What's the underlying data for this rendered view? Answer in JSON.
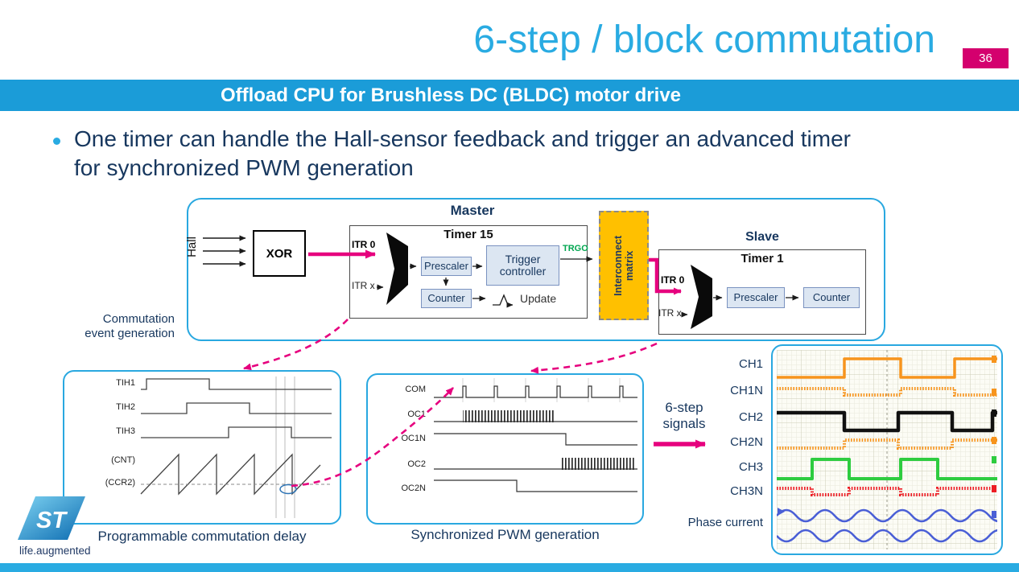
{
  "slide": {
    "title": "6-step / block commutation",
    "page_number": "36",
    "banner": "Offload CPU for Brushless DC (BLDC) motor drive",
    "bullet_text": "One timer can handle the Hall-sensor feedback and trigger an advanced timer for synchronized PWM generation",
    "logo_st": "ST",
    "logo_tagline": "life.augmented"
  },
  "diagram": {
    "master_label": "Master",
    "slave_label": "Slave",
    "hall_label": "Hall",
    "xor_label": "XOR",
    "timer15_title": "Timer 15",
    "timer1_title": "Timer 1",
    "itr0_label": "ITR 0",
    "itrx_label": "ITR x",
    "prescaler_label": "Prescaler",
    "counter_label": "Counter",
    "trigger_controller_label": "Trigger controller",
    "update_label": "Update",
    "trgo_label": "TRGO",
    "interconnect_label": "Interconnect matrix",
    "commutation_label": "Commutation event generation"
  },
  "panels": {
    "hall": {
      "signals": [
        "TIH1",
        "TIH2",
        "TIH3",
        "(CNT)",
        "(CCR2)"
      ],
      "caption": "Programmable commutation delay"
    },
    "pwm": {
      "signals": [
        "COM",
        "OC1",
        "OC1N",
        "OC2",
        "OC2N"
      ],
      "caption": "Synchronized PWM generation"
    },
    "six_step_label": "6-step signals",
    "scope_channels": [
      "CH1",
      "CH1N",
      "CH2",
      "CH2N",
      "CH3",
      "CH3N",
      "Phase current"
    ]
  },
  "colors": {
    "accent_cyan": "#29ABE2",
    "banner_blue": "#1B9CD8",
    "st_pink": "#E6007E",
    "page_badge_pink": "#D4006E",
    "navy_text": "#17375E",
    "interconnect_yellow": "#FFC000",
    "trgo_green": "#00A650",
    "scope_ch1": "#F7941D",
    "scope_ch2": "#111111",
    "scope_ch3": "#2ECC40",
    "scope_ch3n": "#ED1C24",
    "scope_phase": "#4A5FD6"
  }
}
